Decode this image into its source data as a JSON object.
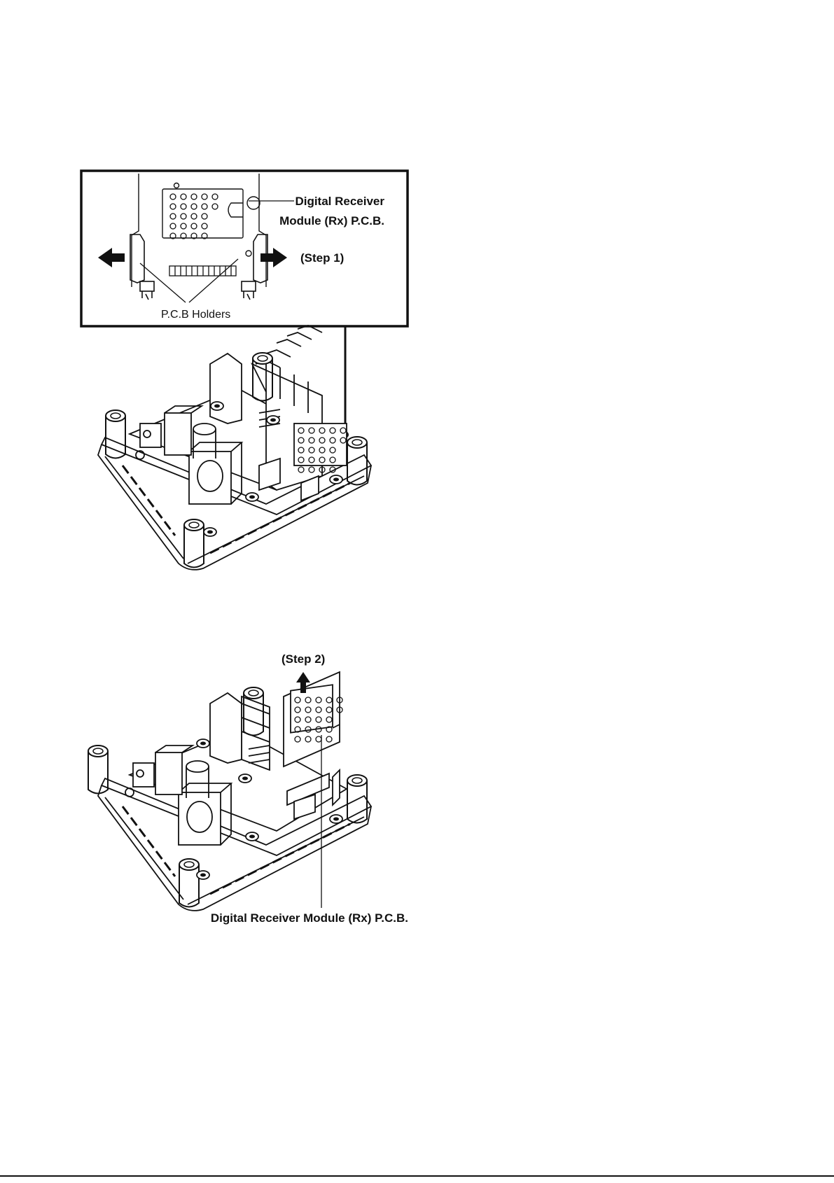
{
  "figure1": {
    "detail_label_line1": "Digital Receiver",
    "detail_label_line2": "Module (Rx) P.C.B.",
    "step_label": "(Step 1)",
    "holders_label": "P.C.B Holders"
  },
  "figure2": {
    "step_label": "(Step 2)",
    "module_label": "Digital Receiver Module (Rx) P.C.B."
  },
  "colors": {
    "line": "#111111",
    "background": "#ffffff"
  }
}
